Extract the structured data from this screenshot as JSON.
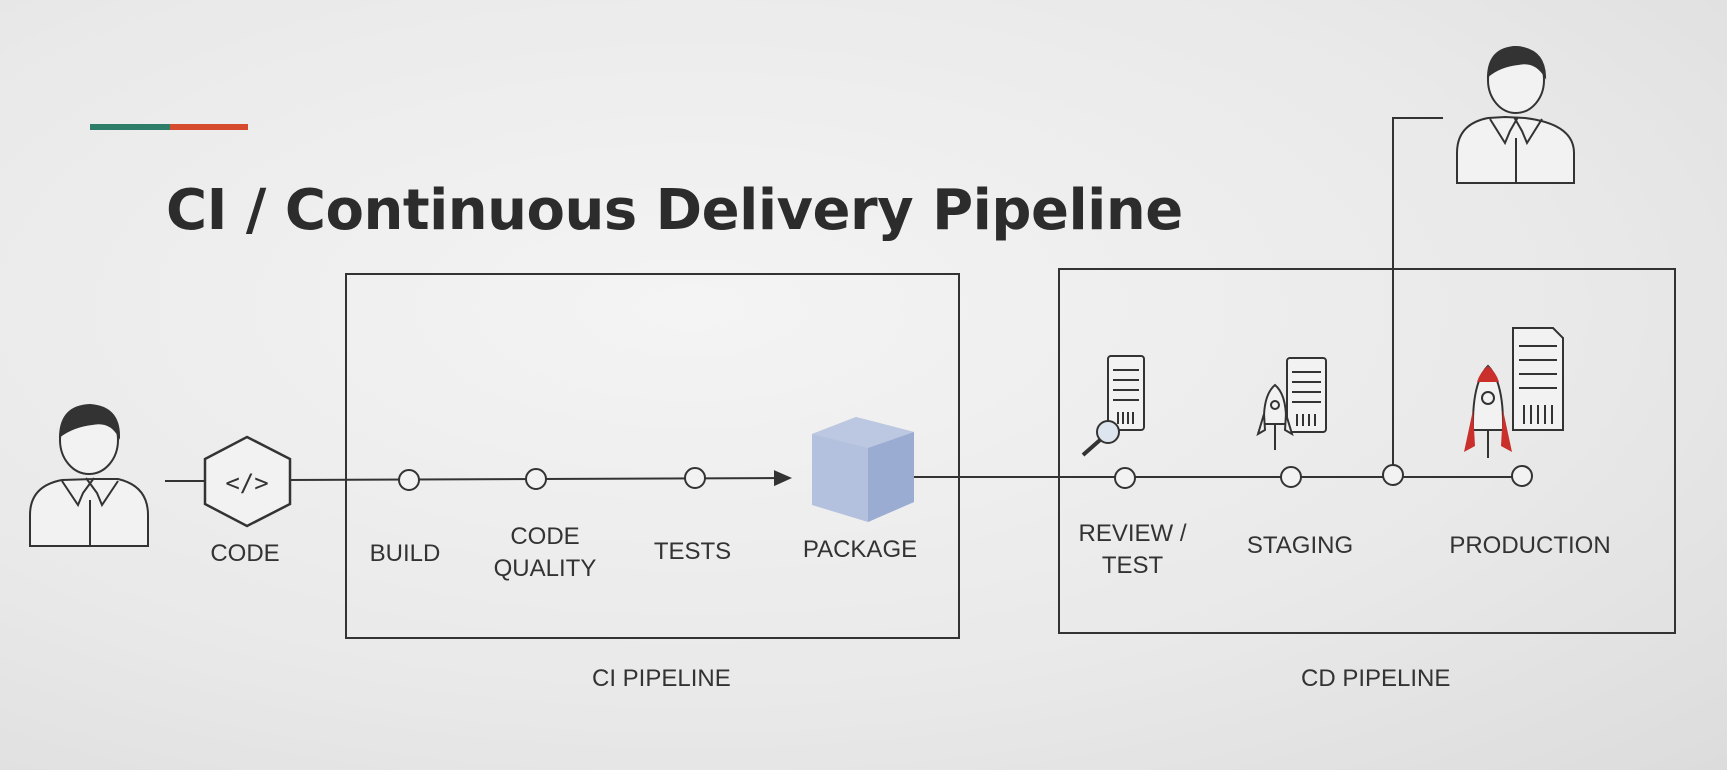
{
  "title": "CI / Continuous Delivery Pipeline",
  "colors": {
    "accent_green": "#2e7d68",
    "accent_red": "#d64a2e",
    "rocket_red": "#c9302c",
    "package_blue": "#a9b9da"
  },
  "stages": {
    "code": "CODE",
    "build": "BUILD",
    "code_quality_line1": "CODE",
    "code_quality_line2": "QUALITY",
    "tests": "TESTS",
    "package": "PACKAGE",
    "review_line1": "REVIEW /",
    "review_line2": "TEST",
    "staging": "STAGING",
    "production": "PRODUCTION"
  },
  "captions": {
    "ci": "CI PIPELINE",
    "cd": "CD PIPELINE"
  },
  "icons": [
    "user-icon",
    "code-hexagon-icon",
    "package-cube-icon",
    "server-magnifier-icon",
    "server-rocket-icon",
    "rocket-icon",
    "user-icon"
  ]
}
